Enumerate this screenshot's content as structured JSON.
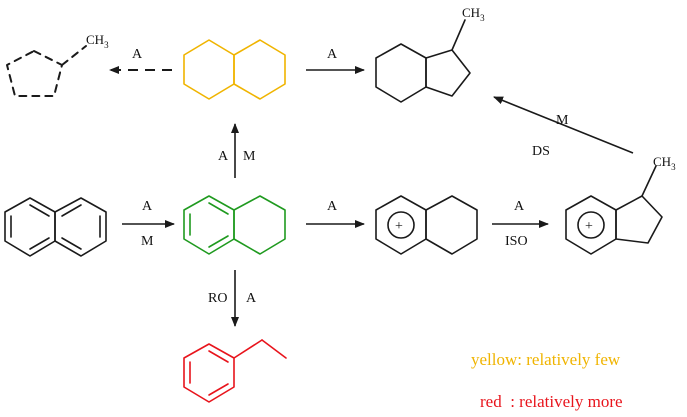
{
  "substituents": {
    "methyl": "CH",
    "methyl_sub": "3"
  },
  "charges": {
    "plus": "+"
  },
  "arrows": {
    "decal_to_cyclopentane": "A",
    "decal_to_methylhydrindane": "A",
    "tetralin_up": [
      "A",
      "M"
    ],
    "naph_to_tetralin": [
      "A",
      "M"
    ],
    "tetralin_to_ion": "A",
    "ion_iso": [
      "A",
      "ISO"
    ],
    "ds": [
      "M",
      "DS"
    ],
    "tetralin_down": [
      "RO",
      "A"
    ]
  },
  "legend": {
    "yellow": "yellow: relatively few",
    "red": "red  : relatively more"
  },
  "colors": {
    "yellow": "#f0b400",
    "green": "#1f9a1f",
    "red": "#e8141c",
    "black": "#1a1a1a"
  }
}
